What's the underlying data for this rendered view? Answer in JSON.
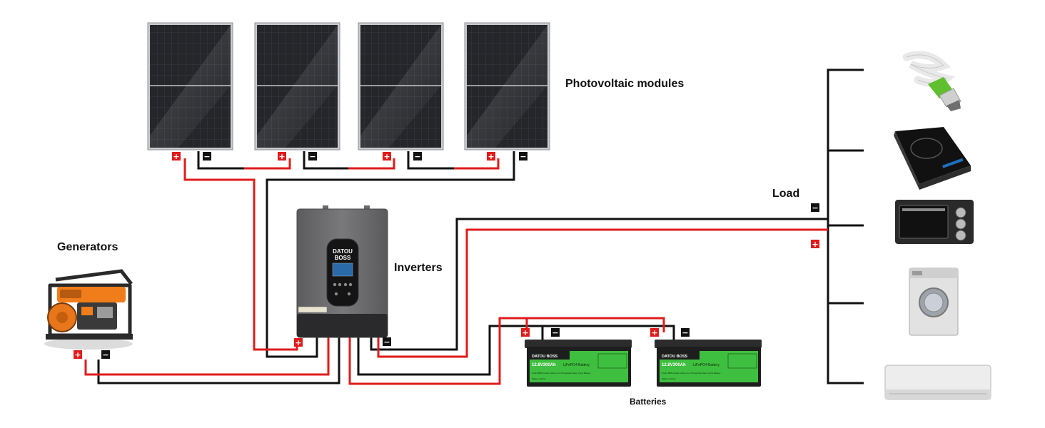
{
  "labels": {
    "pv": "Photovoltaic modules",
    "load": "Load",
    "generators": "Generators",
    "inverters": "Inverters",
    "batteries": "Batteries"
  },
  "terminals": {
    "positive": "+",
    "negative": "−"
  },
  "inverter": {
    "brand_line1": "DATOU",
    "brand_line2": "BOSS"
  },
  "battery": {
    "brand": "DATOU BOSS",
    "model": "12.8V300Ah",
    "chemistry": "LiFePO4 Battery",
    "description": "Smart BMS Inside Lithium Iron Phosphate Deep Cycle Battery",
    "origin": "Made in China"
  },
  "colors": {
    "wire_positive": "#e01b1b",
    "wire_negative": "#111111",
    "battery_green": "#3fbf3f",
    "panel_dark": "#1e1f22",
    "inverter_body": "#6d6d6f"
  },
  "load_devices": [
    {
      "name": "bulb",
      "icon": "spiral-bulb-icon"
    },
    {
      "name": "induction-cooker",
      "icon": "induction-cooker-icon"
    },
    {
      "name": "oven",
      "icon": "oven-icon"
    },
    {
      "name": "washing-machine",
      "icon": "washing-machine-icon"
    },
    {
      "name": "air-conditioner",
      "icon": "air-conditioner-icon"
    }
  ]
}
